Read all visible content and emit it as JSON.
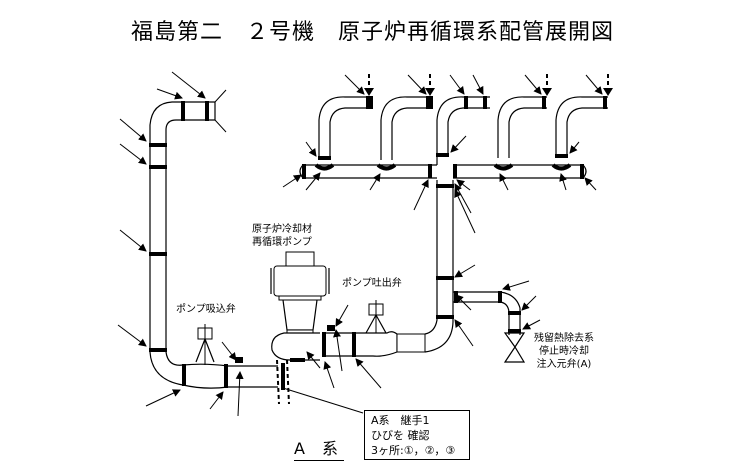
{
  "title": "福島第二　２号機　原子炉再循環系配管展開図",
  "labels": {
    "pump_line1": "原子炉冷却材",
    "pump_line2": "再循環ポンプ",
    "suction_valve": "ポンプ吸込弁",
    "discharge_valve": "ポンプ吐出弁",
    "rhr_line1": "残留熱除去系",
    "rhr_line2": "停止時冷却",
    "rhr_line3": "注入元弁(A)"
  },
  "note": {
    "line1": "A系　継手1",
    "line2": "ひびを 確認",
    "line3": "3ヶ所:①，②，③"
  },
  "system_label": "A 系",
  "colors": {
    "line": "#000000",
    "background": "#ffffff"
  }
}
